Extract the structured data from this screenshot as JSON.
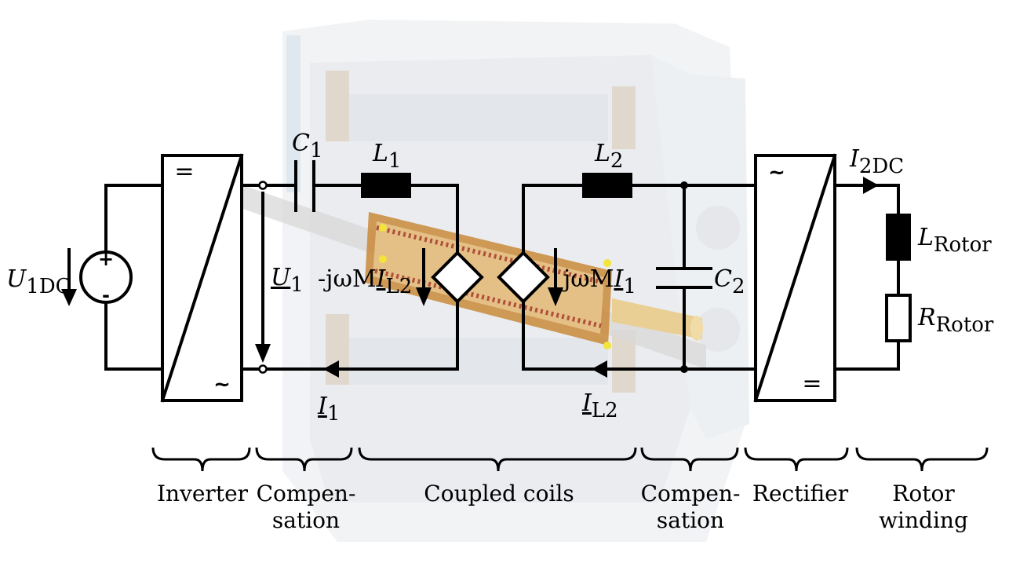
{
  "labels": {
    "u1dc": {
      "main": "U",
      "sub": "1DC"
    },
    "c1": {
      "main": "C",
      "sub": "1"
    },
    "l1": {
      "main": "L",
      "sub": "1"
    },
    "u1": {
      "main": "U",
      "sub": "1"
    },
    "src_left": {
      "prefix": "-jωM",
      "main": "I",
      "sub": "L2"
    },
    "src_right": {
      "prefix": "jωM",
      "main": "I",
      "sub": "1"
    },
    "i1": {
      "main": "I",
      "sub": "1"
    },
    "l2": {
      "main": "L",
      "sub": "2"
    },
    "c2": {
      "main": "C",
      "sub": "2"
    },
    "il2": {
      "main": "I",
      "sub": "L2"
    },
    "i2dc": {
      "main": "I",
      "sub": "2DC"
    },
    "lrotor": {
      "main": "L",
      "sub": "Rotor"
    },
    "rrotor": {
      "main": "R",
      "sub": "Rotor"
    }
  },
  "symbols": {
    "inverter_dc": "=",
    "inverter_ac": "~",
    "rectifier_ac": "~",
    "rectifier_dc": "=",
    "plus": "+",
    "minus": "-"
  },
  "captions": {
    "inverter": [
      "Inverter"
    ],
    "comp1": [
      "Compen-",
      "sation"
    ],
    "coupled": [
      "Coupled coils"
    ],
    "comp2": [
      "Compen-",
      "sation"
    ],
    "rectifier": [
      "Rectifier"
    ],
    "rotor": [
      "Rotor",
      "winding"
    ]
  }
}
